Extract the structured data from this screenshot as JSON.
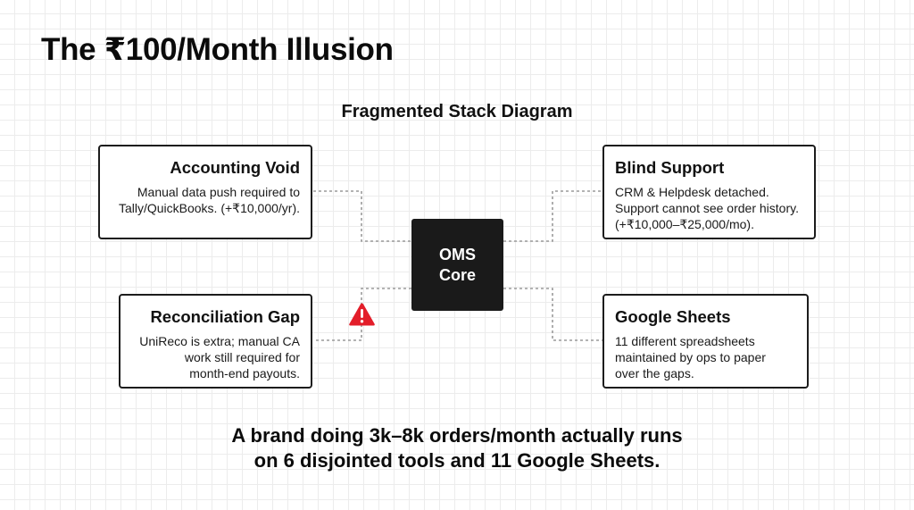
{
  "page": {
    "title": "The ₹100/Month Illusion"
  },
  "diagram": {
    "title": "Fragmented Stack Diagram",
    "core": {
      "line1": "OMS",
      "line2": "Core",
      "background": "#1a1a1a",
      "text_color": "#ffffff"
    },
    "cards": {
      "accounting": {
        "title": "Accounting Void",
        "body": "Manual data push required to Tally/QuickBooks. (+₹10,000/yr).",
        "lines": [
          "Manual data push required to",
          "Tally/QuickBooks. (+₹10,000/yr)."
        ]
      },
      "blind_support": {
        "title": "Blind Support",
        "lines": [
          "CRM & Helpdesk detached.",
          "Support cannot see order history.",
          "(+₹10,000–₹25,000/mo)."
        ]
      },
      "reconciliation": {
        "title": "Reconciliation Gap",
        "lines": [
          "UniReco is extra; manual CA",
          "work still required for",
          "month-end payouts."
        ],
        "warning_icon": "warning-triangle",
        "warning_color": "#e31e2a"
      },
      "google_sheets": {
        "title": "Google Sheets",
        "lines": [
          "11 different spreadsheets",
          "maintained by ops to paper",
          "over the gaps."
        ]
      }
    },
    "connector_style": "dotted",
    "connector_color": "#9a9a9a"
  },
  "summary": {
    "line1": "A brand doing 3k–8k orders/month actually runs",
    "line2": "on 6 disjointed tools and 11 Google Sheets."
  }
}
